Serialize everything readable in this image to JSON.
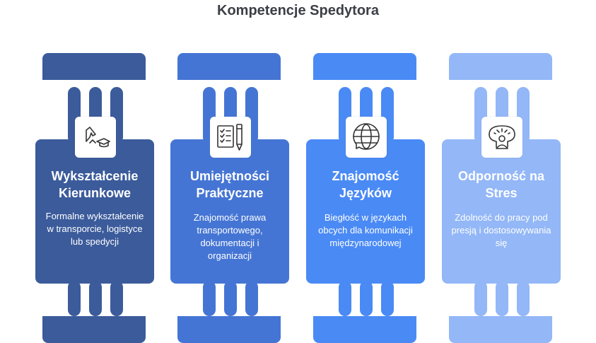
{
  "title": "Kompetencje Spedytora",
  "pillars": [
    {
      "title": "Wykształcenie Kierunkowe",
      "description": "Formalne wykształcenie w transporcie, logistyce lub spedycji",
      "icon": "education-icon",
      "color": "#3b5b9b",
      "bar_color": "#3b5b9b"
    },
    {
      "title": "Umiejętności Praktyczne",
      "description": "Znajomość prawa transportowego, dokumentacji i organizacji",
      "icon": "checklist-icon",
      "color": "#4575d4",
      "bar_color": "#4575d4"
    },
    {
      "title": "Znajomość Języków",
      "description": "Biegłość w językach obcych dla komunikacji międzynarodowej",
      "icon": "globe-icon",
      "color": "#4a8af5",
      "bar_color": "#4a8af5"
    },
    {
      "title": "Odporność na Stres",
      "description": "Zdolność do pracy pod presją i dostosowywania się",
      "icon": "stress-icon",
      "color": "#93b7f7",
      "bar_color": "#93b7f7"
    }
  ]
}
